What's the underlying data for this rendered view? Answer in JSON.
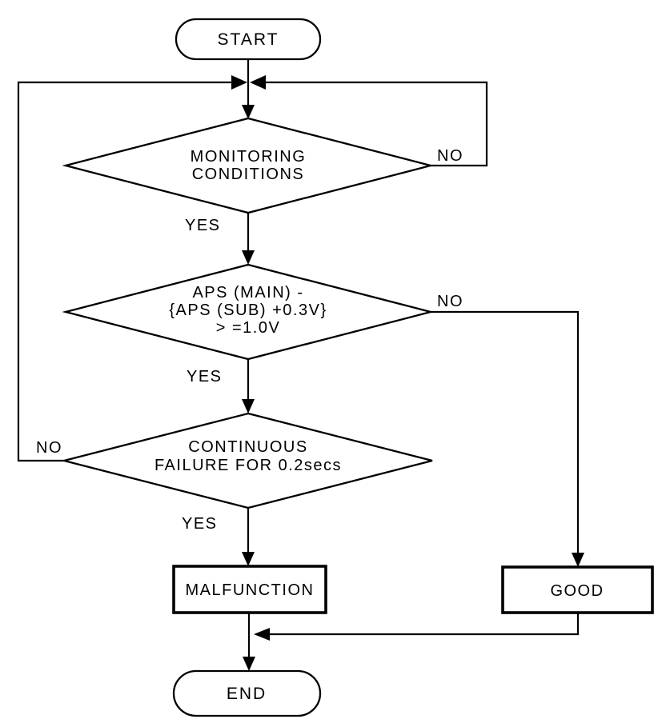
{
  "colors": {
    "background": "#ffffff",
    "line": "#000000",
    "text": "#000000"
  },
  "nodes": {
    "start": {
      "label": "START",
      "shape": "terminator"
    },
    "monitoring": {
      "line1": "MONITORING",
      "line2": "CONDITIONS",
      "shape": "decision"
    },
    "aps": {
      "line1": "APS (MAIN) -",
      "line2": "{APS (SUB) +0.3V}",
      "line3": "> =1.0V",
      "shape": "decision"
    },
    "continuous": {
      "line1": "CONTINUOUS",
      "line2": "FAILURE FOR 0.2secs",
      "shape": "decision"
    },
    "malfunction": {
      "label": "MALFUNCTION",
      "shape": "process"
    },
    "good": {
      "label": "GOOD",
      "shape": "process"
    },
    "end": {
      "label": "END",
      "shape": "terminator"
    }
  },
  "labels": {
    "monitoring_yes": "YES",
    "monitoring_no": "NO",
    "aps_yes": "YES",
    "aps_no": "NO",
    "continuous_yes": "YES",
    "continuous_no": "NO"
  }
}
